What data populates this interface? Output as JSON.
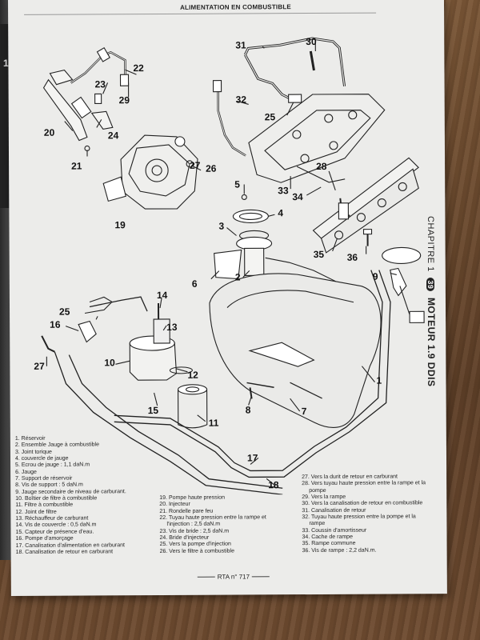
{
  "header": {
    "title": "ALIMENTATION EN COMBUSTIBLE"
  },
  "side_tab": {
    "chapter": "CHAPITRE 1",
    "page": "39",
    "section": "MOTEUR 1.9 DDIS"
  },
  "left_tab": {
    "number": "1"
  },
  "callouts": [
    "1",
    "2",
    "3",
    "4",
    "5",
    "6",
    "7",
    "8",
    "9",
    "10",
    "11",
    "12",
    "13",
    "14",
    "15",
    "16",
    "17",
    "18",
    "19",
    "20",
    "21",
    "22",
    "23",
    "24",
    "25",
    "25",
    "26",
    "27",
    "27",
    "28",
    "29",
    "30",
    "31",
    "32",
    "33",
    "34",
    "35",
    "36"
  ],
  "legend_col1": [
    "1. Réservoir",
    "2. Ensemble Jauge à combustible",
    "3. Joint torique",
    "4. couvercle de jauge",
    "5. Ecrou de jauge : 1,1 daN.m",
    "6. Jauge",
    "7. Support de réservoir",
    "8. Vis de support : 5 daN.m",
    "9. Jauge secondaire de niveau de carburant.",
    "10. Boîtier de filtre à combustible",
    "11. Filtre à combustible",
    "12. Joint de filtre",
    "13. Réchauffeur de carburant",
    "14. Vis de couvercle : 0,5 daN.m",
    "15. Capteur de présence d'eau.",
    "16. Pompe d'amorçage",
    "17. Canalisation d'alimentation en carburant",
    "18. Canalisation de retour en carburant"
  ],
  "legend_col2": [
    "19. Pompe haute pression",
    "20. Injecteur",
    "21. Rondelle pare feu",
    "22. Tuyau haute pression entre la rampe et",
    "l'injection : 2,5 daN.m",
    "23. Vis de bride : 2,5 daN.m",
    "24. Bride d'injecteur",
    "25. Vers la pompe d'injection",
    "26. Vers le filtre à combustible"
  ],
  "legend_col3": [
    "27. Vers la durit de retour en carburant",
    "28. Vers tuyau haute pression entre la rampe et la",
    "pompe",
    "29. Vers la rampe",
    "30. Vers la canalisation de retour en combustible",
    "31. Canalisation de retour",
    "32. Tuyau haute pression entre la pompe et la",
    "rampe",
    "33. Coussin d'amortisseur",
    "34. Cache de rampe",
    "35. Rampe commune",
    "36. Vis de rampe : 2,2 daN.m."
  ],
  "footer": {
    "text": "RTA n° 717"
  }
}
